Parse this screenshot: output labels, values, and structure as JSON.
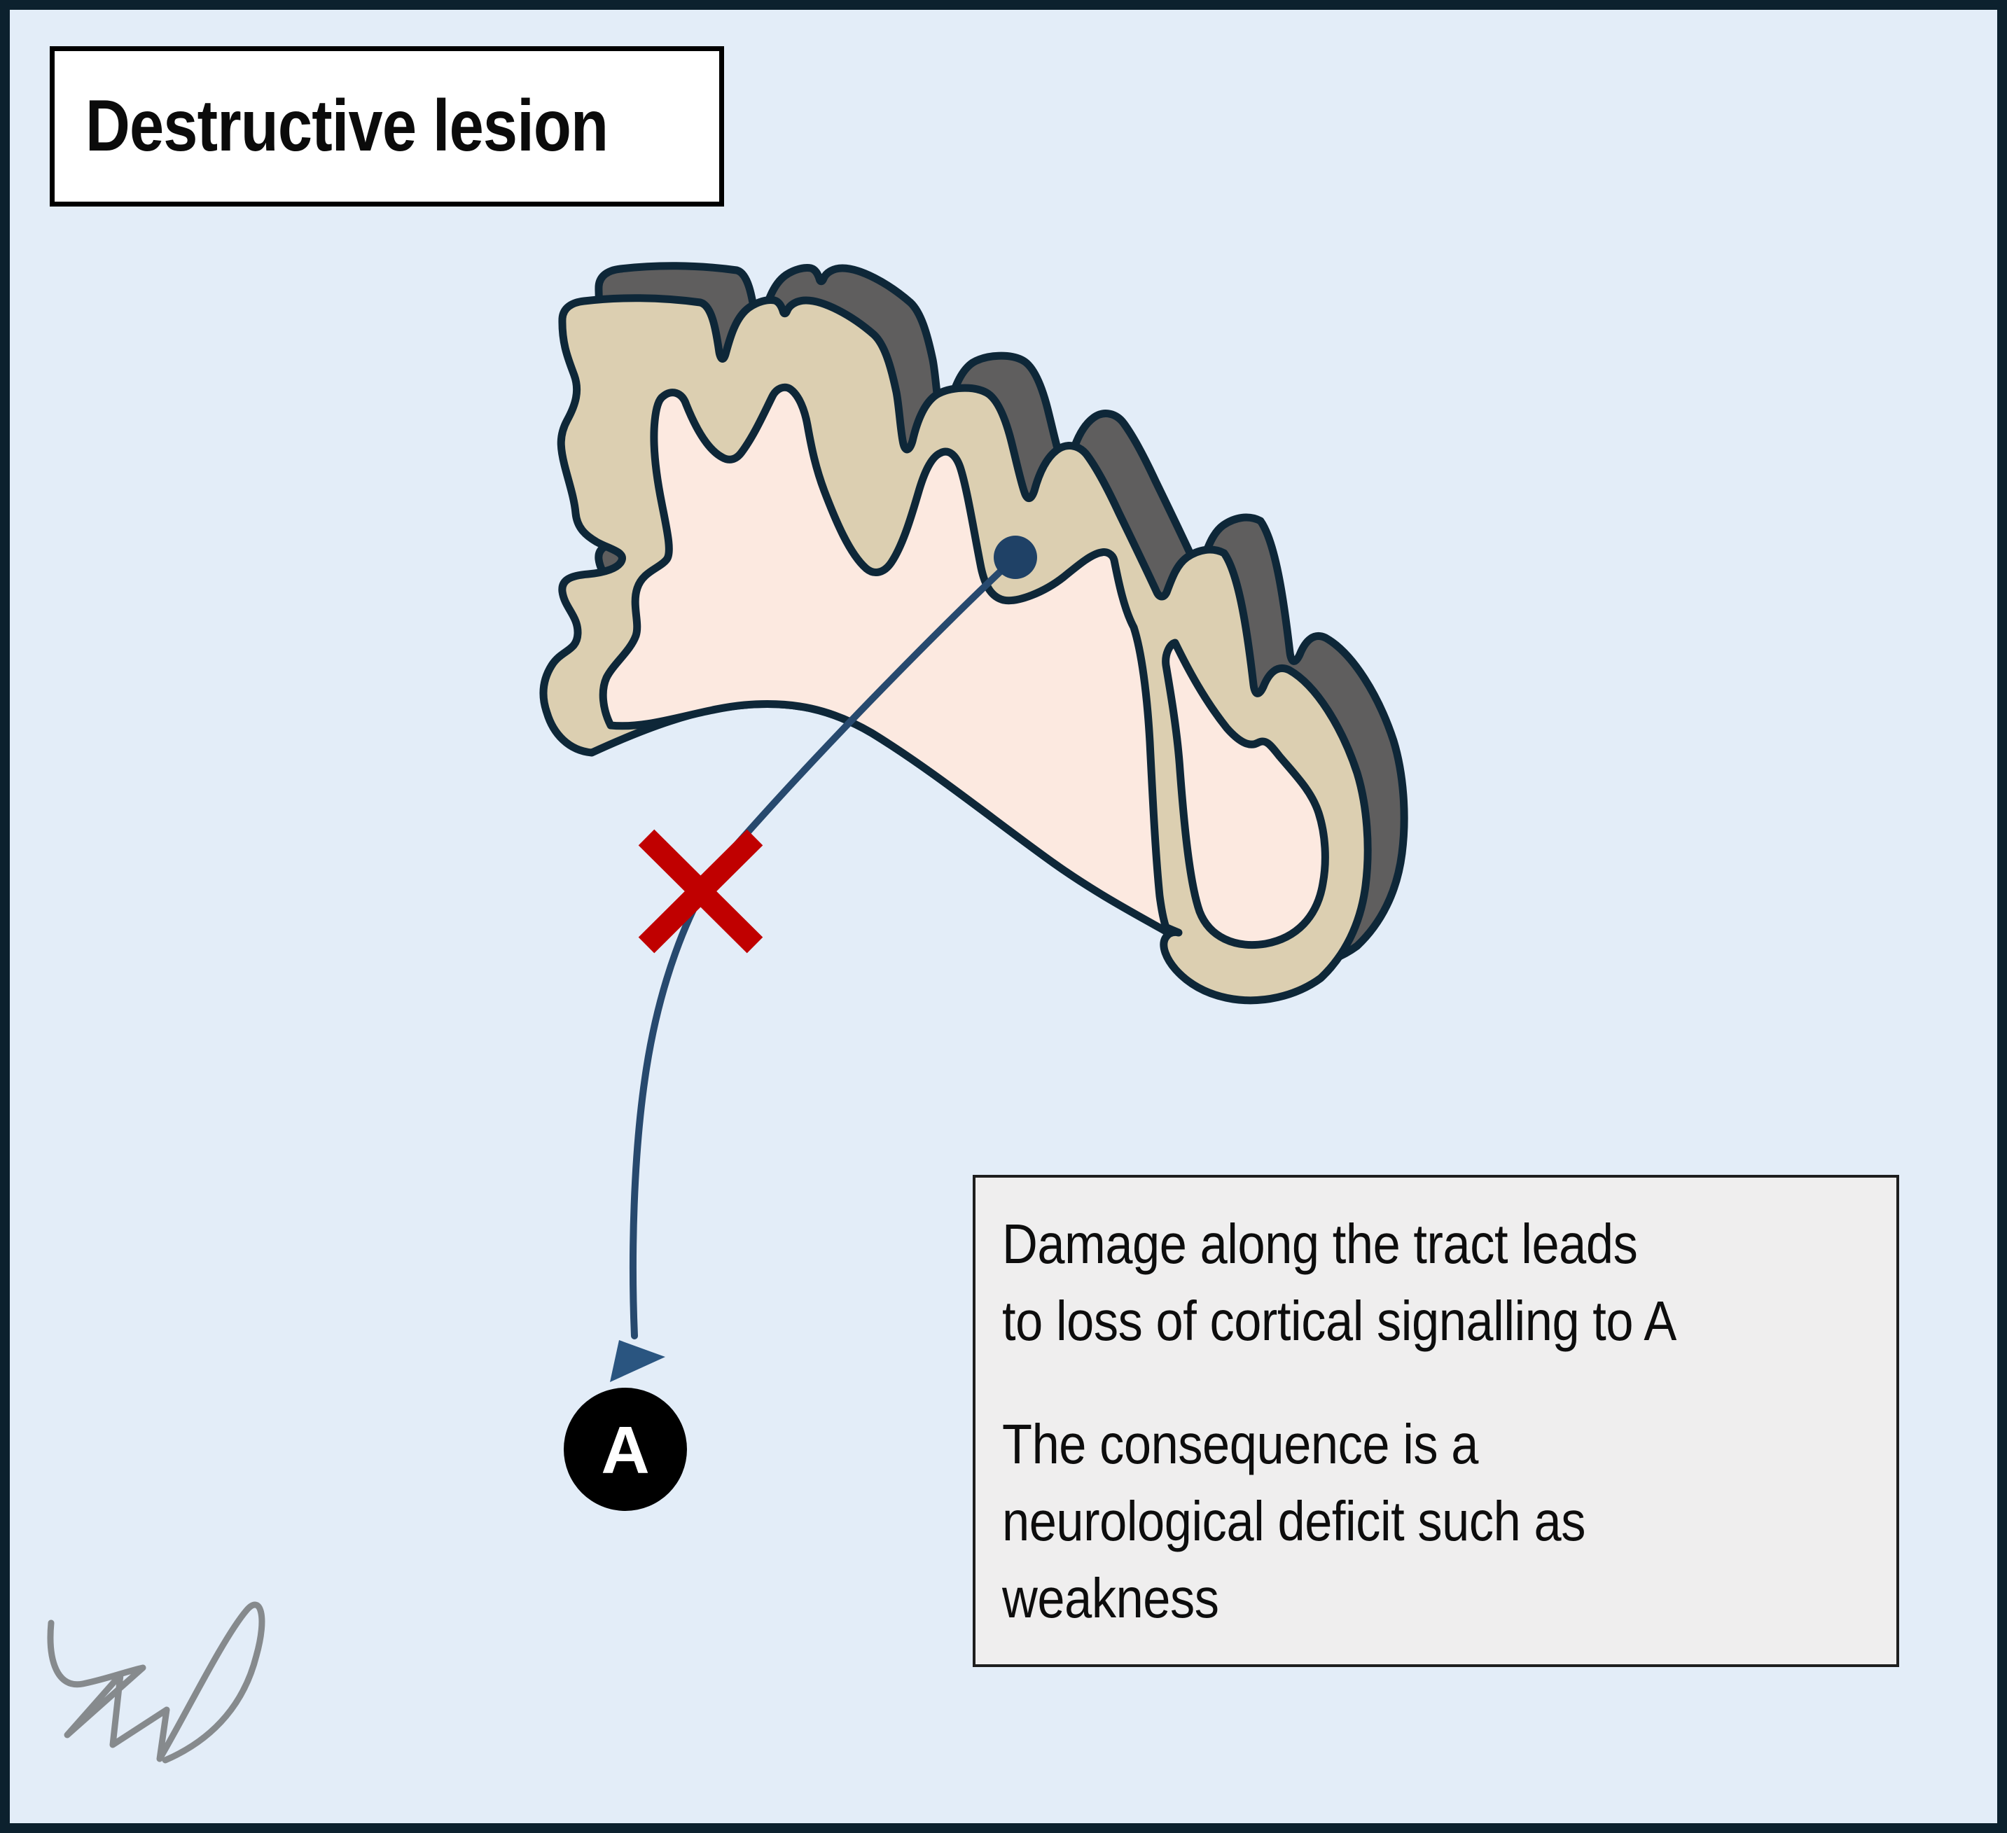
{
  "title": {
    "label": "Destructive lesion"
  },
  "note": {
    "para1_lines": [
      "Damage along the tract leads",
      "to loss of cortical signalling to A"
    ],
    "para2_lines": [
      "The consequence is a",
      "neurological deficit such as",
      "weakness"
    ]
  },
  "target": {
    "label": "A"
  },
  "icons": {
    "lesion_x": "red-cross-x",
    "arrowhead": "navy-triangle-arrowhead",
    "soma_dot": "navy-filled-dot",
    "signature": "gray-handwritten-monogram"
  },
  "colors": {
    "background": "#e3edf8",
    "frame": "#0c212e",
    "cortex_outline": "#0e2738",
    "gray_matter_band": "#dccfb1",
    "cut_surface_shadow": "#5f5e5e",
    "white_matter": "#fce9e0",
    "tract_line": "#27496e",
    "soma_dot": "#1f4166",
    "lesion_x": "#c00000",
    "target_circle": "#000000",
    "target_letter": "#ffffff",
    "title_background": "#ffffff",
    "note_background": "#efeeee",
    "signature": "#868a8d"
  }
}
